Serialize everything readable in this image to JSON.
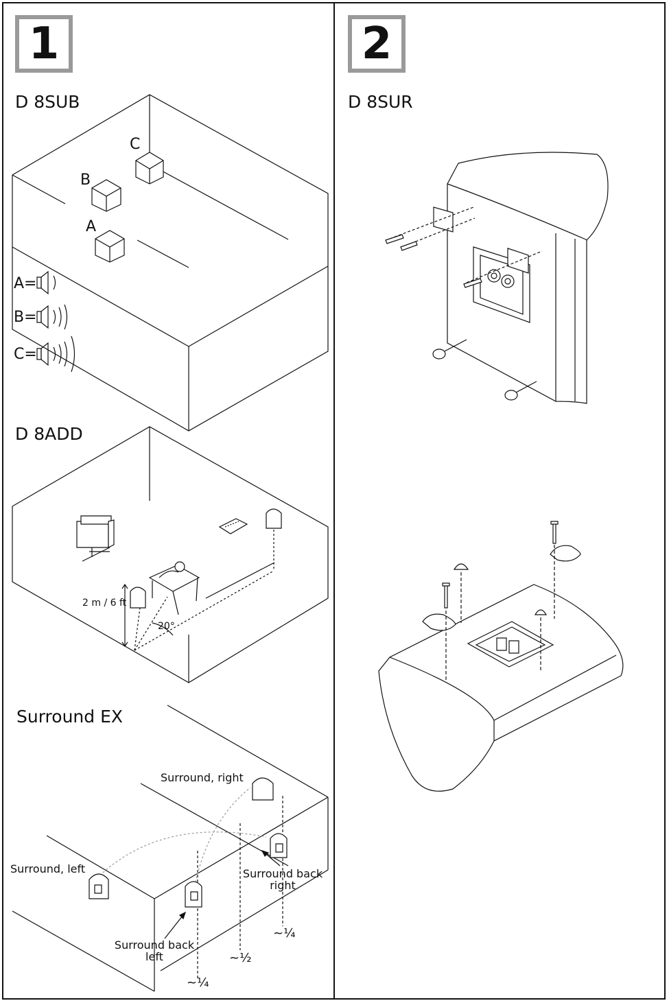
{
  "steps": {
    "left": {
      "number": "1"
    },
    "right": {
      "number": "2"
    }
  },
  "sub": {
    "title": "D 8SUB",
    "labels": {
      "a": "A",
      "b": "B",
      "c": "C"
    },
    "legend": [
      "A=",
      "B=",
      "C="
    ]
  },
  "add": {
    "title": "D 8ADD",
    "height_label": "2 m / 6 ft",
    "angle_label": "20°"
  },
  "ex": {
    "title": "Surround EX",
    "surround_right": "Surround, right",
    "surround_left": "Surround, left",
    "back_right": [
      "Surround back",
      "right"
    ],
    "back_left": [
      "Surround back",
      "left"
    ],
    "fractions": {
      "quarter_right": "~¼",
      "half": "~½",
      "quarter_left": "~¼"
    }
  },
  "sur": {
    "title": "D 8SUR"
  },
  "icons": [
    "speaker-icon",
    "sound-wave-icon"
  ]
}
